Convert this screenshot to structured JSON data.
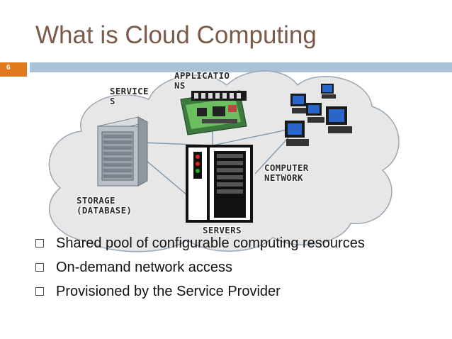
{
  "slide": {
    "title": "What is Cloud Computing",
    "page_number": "6",
    "accent_color": "#e17a1f",
    "rule_color": "#a9c2d7",
    "title_color": "#7a5a48"
  },
  "diagram": {
    "labels": {
      "services_line1": "SERVICE",
      "services_line2": "S",
      "applications_line1": "APPLICATIO",
      "applications_line2": "NS",
      "computer_line1": "COMPUTER",
      "computer_line2": "NETWORK",
      "storage_line1": "STORAGE",
      "storage_line2": "(DATABASE)",
      "servers": "SERVERS"
    },
    "icons": [
      "cloud-icon",
      "storage-server-icon",
      "server-rack-icon",
      "application-boards-icon",
      "computer-network-icon"
    ]
  },
  "bullets": [
    "Shared pool of configurable computing resources",
    "On-demand network access",
    "Provisioned by the Service Provider"
  ]
}
